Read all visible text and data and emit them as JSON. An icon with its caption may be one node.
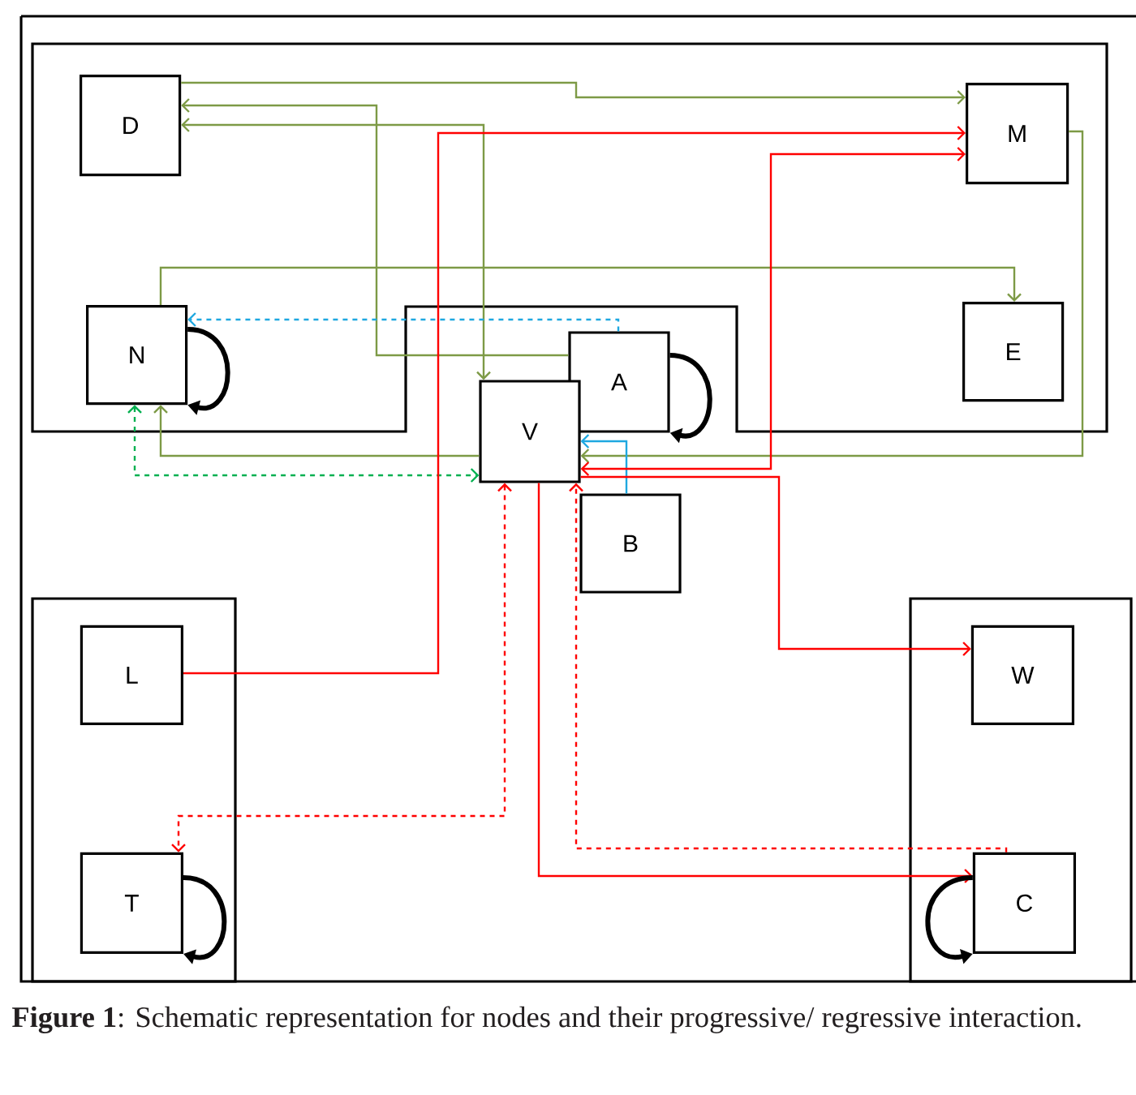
{
  "diagram": {
    "caption": "**Figure 1**: Schematic representation for nodes and their progressive/ regressive interaction.",
    "nodes": [
      {
        "text": [],
        "shape": "box"
      },
      {
        "text": [
          "D"
        ],
        "in": 0
      },
      {
        "text": [
          "M"
        ],
        "in": 0
      },
      {
        "text": [
          "N"
        ],
        "in": 0
      },
      {
        "text": [
          "E"
        ],
        "in": 0
      },
      {
        "text": [
          "A"
        ]
      },
      {
        "text": [
          "V"
        ]
      },
      {
        "text": [
          "B"
        ]
      },
      {
        "text": [],
        "shape": "box"
      },
      {
        "text": [
          "L"
        ],
        "in": 8
      },
      {
        "text": [
          "T"
        ],
        "in": 8
      },
      {
        "text": [],
        "shape": "box"
      },
      {
        "text": [
          "W"
        ],
        "in": 11
      },
      {
        "text": [
          "C"
        ],
        "in": 11
      }
    ],
    "edges": [
      {
        "from": 1,
        "to": 2,
        "arrow": "to"
      },
      {
        "from": 5,
        "to": 1,
        "arrow": "to"
      },
      {
        "from": 1,
        "to": 6,
        "arrow": "both"
      },
      {
        "from": 3,
        "to": 4,
        "arrow": "to"
      },
      {
        "from": 2,
        "to": 6,
        "arrow": "to"
      },
      {
        "from": 6,
        "to": 3,
        "arrow": "to"
      },
      {
        "from": 3,
        "to": 6,
        "arrow": "both",
        "style": "dashed",
        "color": "#00b050"
      },
      {
        "from": 5,
        "to": 3,
        "arrow": "to",
        "style": "dashed",
        "color": "#1fa8e0"
      },
      {
        "from": 7,
        "to": 6,
        "arrow": "to",
        "color": "#1fa8e0"
      },
      {
        "from": 9,
        "to": 2,
        "arrow": "to",
        "color": "#ff0000"
      },
      {
        "from": 6,
        "to": 2,
        "arrow": "both",
        "color": "#ff0000"
      },
      {
        "from": 6,
        "to": 12,
        "arrow": "to",
        "color": "#ff0000"
      },
      {
        "from": 6,
        "to": 13,
        "arrow": "to",
        "color": "#ff0000"
      },
      {
        "from": 13,
        "to": 6,
        "arrow": "to",
        "style": "dashed",
        "color": "#ff0000"
      },
      {
        "from": 6,
        "to": 10,
        "arrow": "both",
        "style": "dashed",
        "color": "#ff0000"
      },
      {
        "from": 3,
        "to": 3,
        "arrow": "to",
        "style": "thick",
        "color": "#000000"
      },
      {
        "from": 5,
        "to": 5,
        "arrow": "to",
        "style": "thick",
        "color": "#000000"
      },
      {
        "from": 10,
        "to": 10,
        "arrow": "to",
        "style": "thick",
        "color": "#000000"
      },
      {
        "from": 13,
        "to": 13,
        "arrow": "to",
        "style": "thick",
        "color": "#000000"
      }
    ]
  }
}
